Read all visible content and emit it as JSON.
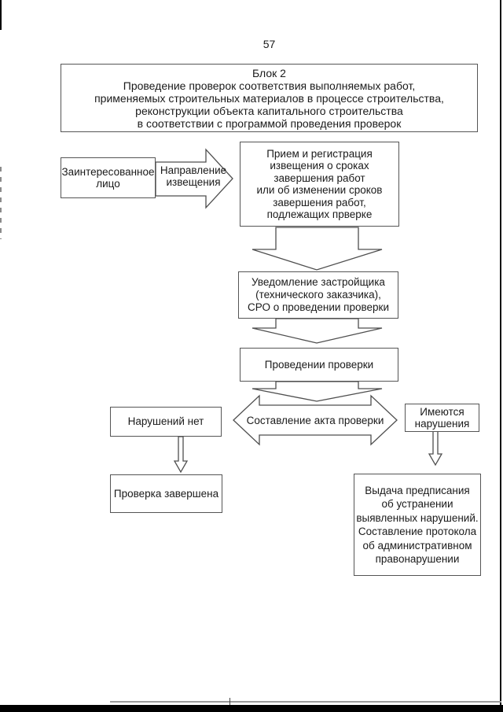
{
  "page_number": "57",
  "flowchart": {
    "title_block": {
      "text": "Блок 2\nПроведение проверок соответствия выполняемых работ,\nприменяемых строительных материалов в процессе строительства,\nреконструкции объекта капитального строительства\nв соответствии с программой проведения проверок"
    },
    "interested_person": {
      "text": "Заинтересованное\nлицо"
    },
    "notice_direction": {
      "text": "Направление\nизвещения"
    },
    "reception": {
      "text": "Прием и регистрация\nизвещения о сроках\nзавершения работ\nили об изменении сроков\nзавершения работ,\nподлежащих прверке"
    },
    "notification": {
      "text": "Уведомление застройщика\n(технического заказчика),\nСРО о проведении проверки"
    },
    "inspection": {
      "text": "Проведении проверки"
    },
    "act": {
      "text": "Составление акта проверки"
    },
    "no_violations": {
      "text": "Нарушений нет"
    },
    "has_violations": {
      "text": "Имеются\nнарушения"
    },
    "check_completed": {
      "text": "Проверка завершена"
    },
    "prescription": {
      "text": "Выдача предписания\nоб устранении\nвыявленных нарушений.\nСоставление протокола\nоб административном\nправонарушении"
    }
  },
  "colors": {
    "line": "#4f4f4f",
    "text": "#1a1a1a",
    "scan_border": "#000000",
    "background": "#ffffff"
  }
}
